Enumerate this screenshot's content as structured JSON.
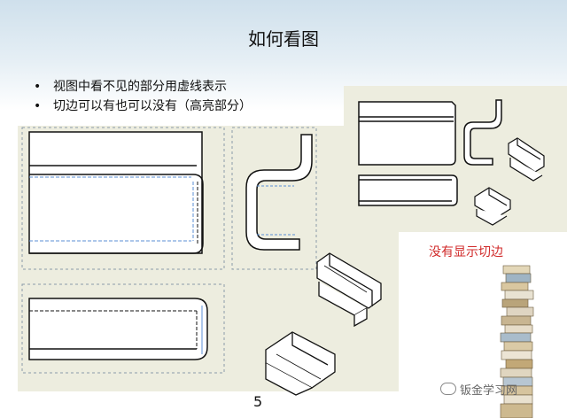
{
  "slide": {
    "title": "如何看图",
    "bullets": [
      "视图中看不见的部分用虚线表示",
      "切边可以有也可以没有（高亮部分）"
    ],
    "note": "没有显示切边",
    "page_number": "5",
    "watermark": "钣金学习网"
  },
  "colors": {
    "accent_highlight": "#5b8fd6",
    "caption_text": "#d12a2a",
    "panel_bg": "#ededdf"
  },
  "icons": [
    "bullet-dot-icon",
    "wechat-icon"
  ]
}
